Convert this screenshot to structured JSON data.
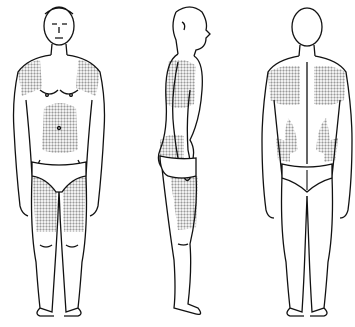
{
  "colors": {
    "background": "#ffffff",
    "outline": "#111111",
    "shading": "#9a9a9a",
    "underwear": "#ffffff"
  },
  "figures": [
    {
      "view": "front",
      "shaded_regions": [
        "shoulders",
        "abdomen",
        "thighs"
      ]
    },
    {
      "view": "side",
      "shaded_regions": [
        "shoulder",
        "abdomen",
        "thigh"
      ]
    },
    {
      "view": "back",
      "shaded_regions": [
        "shoulder-blades",
        "lower-back",
        "flanks"
      ]
    }
  ]
}
